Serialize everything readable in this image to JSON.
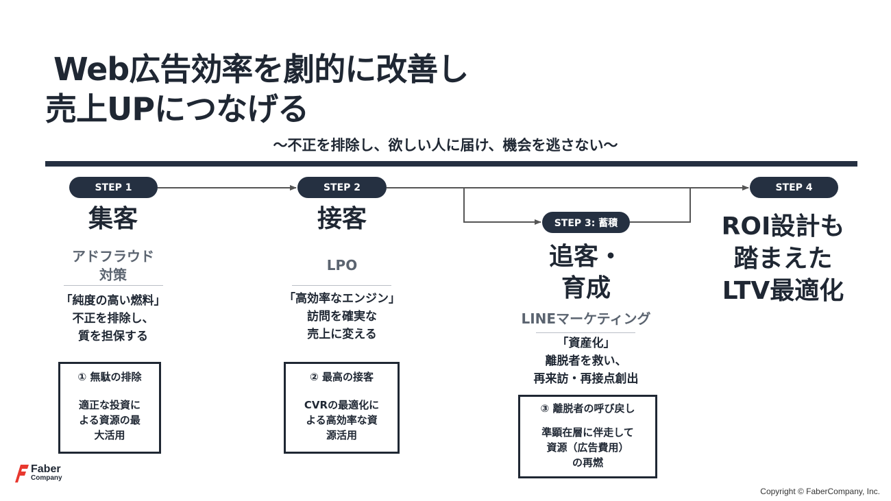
{
  "title_line1": "Web広告効率を劇的に改善し",
  "title_line2": "売上UPにつなげる",
  "subtitle": "〜不正を排除し、欲しい人に届け、機会を逃さない〜",
  "steps": [
    {
      "label": "STEP 1",
      "heading": "集客",
      "sub_line1": "アドフラウド",
      "sub_line2": "対策",
      "desc": [
        "「純度の高い燃料」",
        "不正を排除し、",
        "質を担保する"
      ],
      "box_title": "① 無駄の排除",
      "box_body": [
        "適正な投資に",
        "よる資源の最",
        "大活用"
      ]
    },
    {
      "label": "STEP 2",
      "heading": "接客",
      "sub_line1": "LPO",
      "desc": [
        "「高効率なエンジン」",
        "訪問を確実な",
        "売上に変える"
      ],
      "box_title": "② 最高の接客",
      "box_body": [
        "CVRの最適化に",
        "よる高効率な資",
        "源活用"
      ]
    },
    {
      "label": "STEP 3: 蓄積",
      "heading_line1": "追客・",
      "heading_line2": "育成",
      "sub_line1": "LINEマーケティング",
      "desc": [
        "「資産化」",
        "離脱者を救い、",
        "再来訪・再接点創出"
      ],
      "box_title": "③ 離脱者の呼び戻し",
      "box_body": [
        "準顕在層に伴走して",
        "資源（広告費用）",
        "の再燃"
      ]
    },
    {
      "label": "STEP 4",
      "heading": [
        "ROI設計も",
        "踏まえた",
        "LTV最適化"
      ]
    }
  ],
  "logo": {
    "line1": "Faber",
    "line2": "Company"
  },
  "copyright": "Copyright © FaberCompany, Inc.",
  "colors": {
    "dark": "#253041",
    "muted": "#5b6470",
    "logo_red": "#e8382f"
  }
}
